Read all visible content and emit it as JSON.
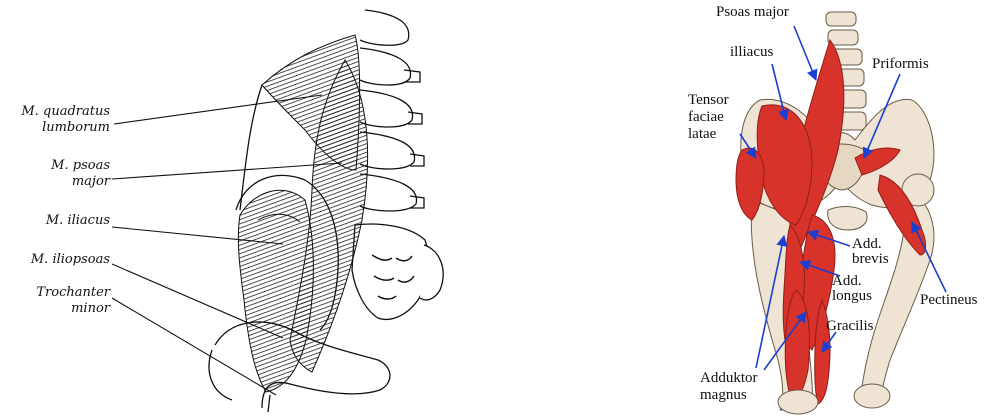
{
  "left_figure": {
    "labels": [
      {
        "id": "quadratus",
        "lines": [
          "M. quadratus",
          "lumborum"
        ]
      },
      {
        "id": "psoas",
        "lines": [
          "M. psoas",
          "major"
        ]
      },
      {
        "id": "iliacus",
        "lines": [
          "M. iliacus"
        ]
      },
      {
        "id": "iliopsoas",
        "lines": [
          "M. iliopsoas"
        ]
      },
      {
        "id": "trochanter",
        "lines": [
          "Trochanter",
          "minor"
        ]
      }
    ]
  },
  "right_figure": {
    "labels": [
      {
        "id": "psoas_major",
        "text": "Psoas major"
      },
      {
        "id": "illiacus",
        "text": "illiacus"
      },
      {
        "id": "priformis",
        "text": "Priformis"
      },
      {
        "id": "tensor",
        "lines": [
          "Tensor",
          "faciae",
          "latae"
        ]
      },
      {
        "id": "add_brevis",
        "lines": [
          "Add.",
          "brevis"
        ]
      },
      {
        "id": "add_longus",
        "lines": [
          "Add.",
          "longus"
        ]
      },
      {
        "id": "gracilis",
        "text": "Gracilis"
      },
      {
        "id": "pectineus",
        "text": "Pectineus"
      },
      {
        "id": "adduktor",
        "lines": [
          "Adduktor",
          "magnus"
        ]
      }
    ]
  },
  "colors": {
    "muscle": "#d7332a",
    "bone": "#efe4d4",
    "arrow": "#1b3fd1"
  }
}
